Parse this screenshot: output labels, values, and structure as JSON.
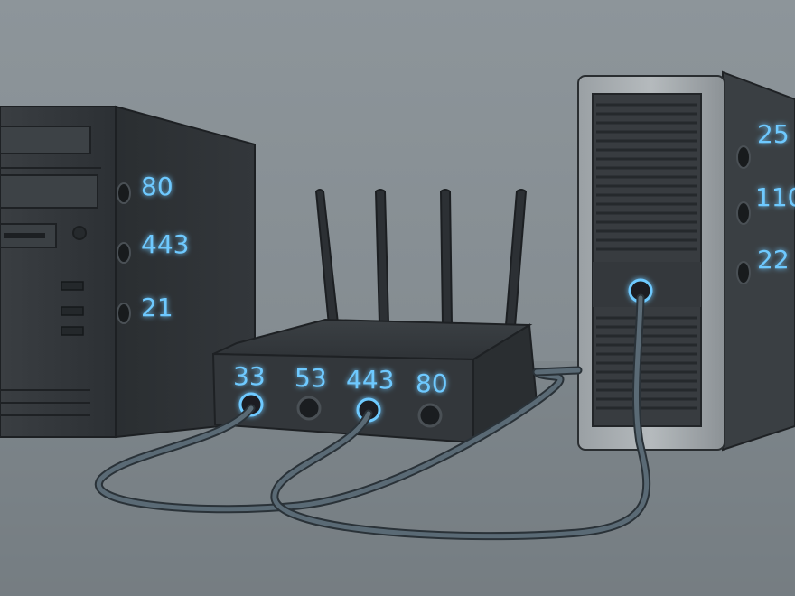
{
  "scene": {
    "left_computer": {
      "port_labels": [
        "80",
        "443",
        "21"
      ]
    },
    "router": {
      "port_labels": [
        "33",
        "53",
        "443",
        "80"
      ]
    },
    "right_server": {
      "port_labels": [
        "25",
        "110",
        "22"
      ]
    }
  },
  "colors": {
    "wall": "#8a9297",
    "floor": "#7b8388",
    "device_dark": "#2f3336",
    "label_glow": "#6ec9ff",
    "cable": "#56656f"
  }
}
